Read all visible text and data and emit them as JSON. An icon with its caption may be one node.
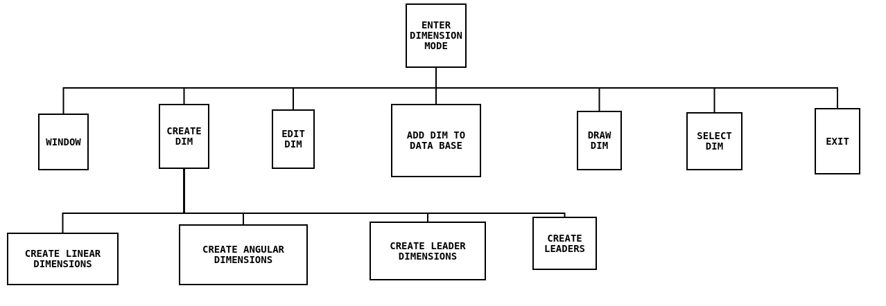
{
  "diagram": {
    "nodes": [
      {
        "text": [
          "ENTER DIMENSION MODE"
        ]
      },
      {
        "text": [
          "WINDOW"
        ]
      },
      {
        "text": [
          "CREATE DIM"
        ]
      },
      {
        "text": [
          "EDIT DIM"
        ]
      },
      {
        "text": [
          "ADD DIM TO DATA BASE"
        ]
      },
      {
        "text": [
          "DRAW DIM"
        ]
      },
      {
        "text": [
          "SELECT DIM"
        ]
      },
      {
        "text": [
          "EXIT"
        ]
      },
      {
        "text": [
          "CREATE LINEAR DIMENSIONS"
        ]
      },
      {
        "text": [
          "CREATE ANGULAR DIMENSIONS"
        ]
      },
      {
        "text": [
          "CREATE LEADER DIMENSIONS"
        ]
      },
      {
        "text": [
          "CREATE LEADERS"
        ]
      }
    ],
    "edges": [
      {
        "from": 0,
        "to": 1,
        "arrow": "none"
      },
      {
        "from": 0,
        "to": 2,
        "arrow": "none"
      },
      {
        "from": 0,
        "to": 3,
        "arrow": "none"
      },
      {
        "from": 0,
        "to": 4,
        "arrow": "none"
      },
      {
        "from": 0,
        "to": 5,
        "arrow": "none"
      },
      {
        "from": 0,
        "to": 6,
        "arrow": "none"
      },
      {
        "from": 0,
        "to": 7,
        "arrow": "none"
      },
      {
        "from": 2,
        "to": 8,
        "arrow": "none"
      },
      {
        "from": 2,
        "to": 9,
        "arrow": "none"
      },
      {
        "from": 2,
        "to": 10,
        "arrow": "none"
      },
      {
        "from": 2,
        "to": 11,
        "arrow": "none"
      }
    ]
  }
}
